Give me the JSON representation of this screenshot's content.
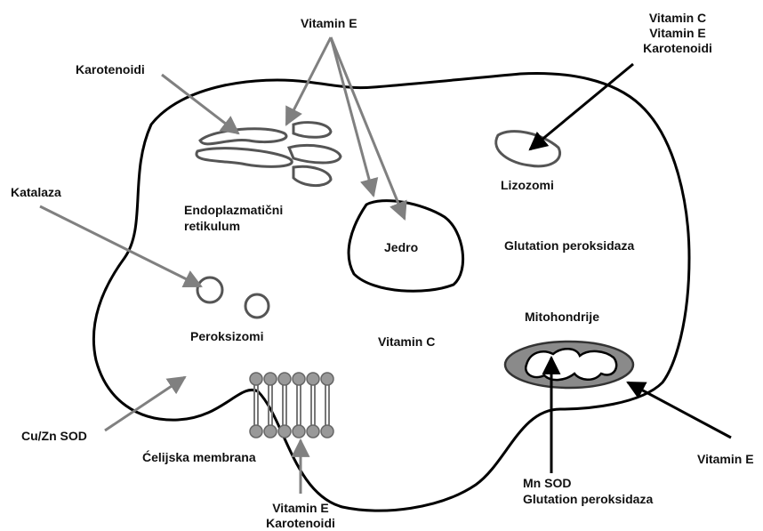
{
  "labels": {
    "vitamin_e_top": "Vitamin E",
    "karotenoidi": "Karotenoidi",
    "vitamin_c_group": [
      "Vitamin C",
      "Vitamin E",
      "Karotenoidi"
    ],
    "katalaza": "Katalaza",
    "endoplazmaticni": "Endoplazmatični",
    "retikulum": "retikulum",
    "jedro": "Jedro",
    "lizozomi": "Lizozomi",
    "glutation_center": "Glutation  peroksidaza",
    "peroksizomi": "Peroksizomi",
    "vitamin_c_center": "Vitamin C",
    "mitohondrije": "Mitohondrije",
    "cuzn_sod": "Cu/Zn SOD",
    "celijska_membrana": "Ćelijska membrana",
    "vitamin_e_bottom": "Vitamin E",
    "karotenoidi_bottom": "Karotenoidi",
    "mn_sod": "Mn SOD",
    "glutation_bottom": "Glutation  peroksidaza",
    "vitamin_e_right": "Vitamin E"
  },
  "colors": {
    "outline": "#000000",
    "gray_arrow": "#808080",
    "mito_fill": "#8a8a8a",
    "lipid_head": "#999999"
  }
}
